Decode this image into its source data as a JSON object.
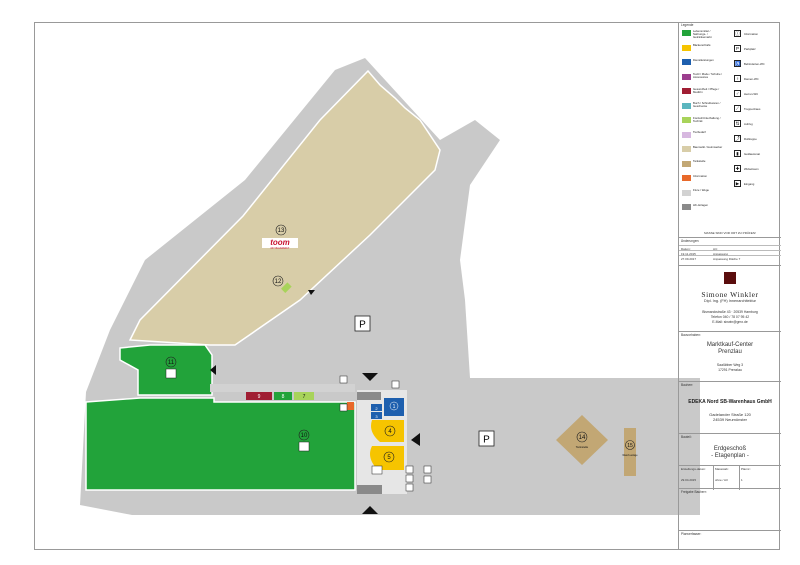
{
  "map": {
    "parking_label": "P",
    "units": [
      {
        "id": "13",
        "name": "toom",
        "sub": "DIY BAUMARKT"
      },
      {
        "id": "12"
      },
      {
        "id": "11"
      },
      {
        "id": "10"
      },
      {
        "id": "9"
      },
      {
        "id": "8"
      },
      {
        "id": "7"
      },
      {
        "id": "1"
      },
      {
        "id": "2"
      },
      {
        "id": "3"
      },
      {
        "id": "4"
      },
      {
        "id": "5"
      },
      {
        "id": "14",
        "name": "Tankstelle"
      },
      {
        "id": "15",
        "name": "Wasch-anlage"
      }
    ],
    "colors": {
      "food": "#22a33a",
      "bakery": "#f6c400",
      "services": "#1d5fae",
      "textile": "#9c3e8e",
      "health": "#a01e33",
      "books": "#5bb6bf",
      "leisure": "#a8d35a",
      "animal": "#d7b8e0",
      "diy": "#d8cda8",
      "fuel": "#c2a774",
      "info": "#e8692a",
      "corridor": "#d2d2d2",
      "technical": "#8a8a8a",
      "ground": "#c9c9c9"
    }
  },
  "legend": {
    "title": "Legende",
    "items": [
      {
        "label": "Lebensmittel / Nahrungs- / Getränkemarkt",
        "color": "#22a33a"
      },
      {
        "label": "Bäckerei/Café",
        "color": "#f6c400"
      },
      {
        "label": "Dienstleistungen",
        "color": "#1d5fae"
      },
      {
        "label": "Textil / Mode / Schuhe / Accessoires",
        "color": "#9c3e8e"
      },
      {
        "label": "Gesundheit / Pflege / Medizin",
        "color": "#a01e33"
      },
      {
        "label": "Buch / Schreibwaren / Geschenke",
        "color": "#5bb6bf"
      },
      {
        "label": "Freizeit/Unterhaltung / Technik",
        "color": "#a8d35a"
      },
      {
        "label": "Tierbedarf",
        "color": "#d7b8e0"
      },
      {
        "label": "Baumarkt / Heimwerker",
        "color": "#d8cda8"
      },
      {
        "label": "Tankstelle",
        "color": "#c2a774"
      },
      {
        "label": "Information",
        "color": "#e8692a"
      },
      {
        "label": "Flure / Wege",
        "color": "#d2d2d2"
      },
      {
        "label": "HK-Anlagen",
        "color": "#8a8a8a"
      }
    ],
    "icons": [
      {
        "glyph": "ⓘ",
        "label": "Information"
      },
      {
        "glyph": "P",
        "label": "Parkplatz"
      },
      {
        "glyph": "♿",
        "label": "Behinderten-WC"
      },
      {
        "glyph": "♀",
        "label": "Damen-WC"
      },
      {
        "glyph": "♂",
        "label": "Herren-WC"
      },
      {
        "glyph": "⟋",
        "label": "Treppenhaus"
      },
      {
        "glyph": "⇅",
        "label": "Aufzug"
      },
      {
        "glyph": "⤴",
        "label": "Rolltreppe"
      },
      {
        "glyph": "▮",
        "label": "Geldautomat"
      },
      {
        "glyph": "✚",
        "label": "Wickelraum"
      },
      {
        "glyph": "▶",
        "label": "Eingang"
      }
    ],
    "notice": "MASSE SIND VOR ORT ZU PRÜFEN!"
  },
  "revisions": {
    "title": "Änderungen:",
    "headers": [
      "Datum:",
      "Art:"
    ],
    "rows": [
      [
        "19.11.2015",
        "Anpassung"
      ],
      [
        "27.09.2017",
        "Anpassung Fläche 7"
      ]
    ]
  },
  "architect": {
    "name": "Simone Winkler",
    "title": "Dipl. Ing. (FH) Innenarchitektur",
    "address": "Bismarckstraße 43 · 20539 Hamburg",
    "phone": "Telefon 040 / 78 07 95 42",
    "email": "E-Mail: sinwin@gmx.de"
  },
  "client": {
    "label": "Bauvorhaben:",
    "name_line1": "Marktkauf-Center",
    "name_line2": "Prenzlau",
    "street": "Saalübber Weg 3",
    "city": "17291 Prenzlau"
  },
  "owner": {
    "label": "Bauherr:",
    "name": "EDEKA Nord SB-Warenhaus GmbH",
    "street": "Gadelander Straße 120",
    "city": "24539 Neumünster"
  },
  "plan_info": {
    "label": "Bauteil:",
    "floor": "Erdgeschoß",
    "type": "- Etagenplan -",
    "headers": [
      "Erstellungs-datum:",
      "Massstab:",
      "Plannr.:"
    ],
    "values": [
      "29.04.2015",
      "ohne / A3",
      "1"
    ]
  },
  "approval": {
    "label": "Freigabe Bauherr:"
  },
  "planner": {
    "label": "Planverfasser:"
  }
}
